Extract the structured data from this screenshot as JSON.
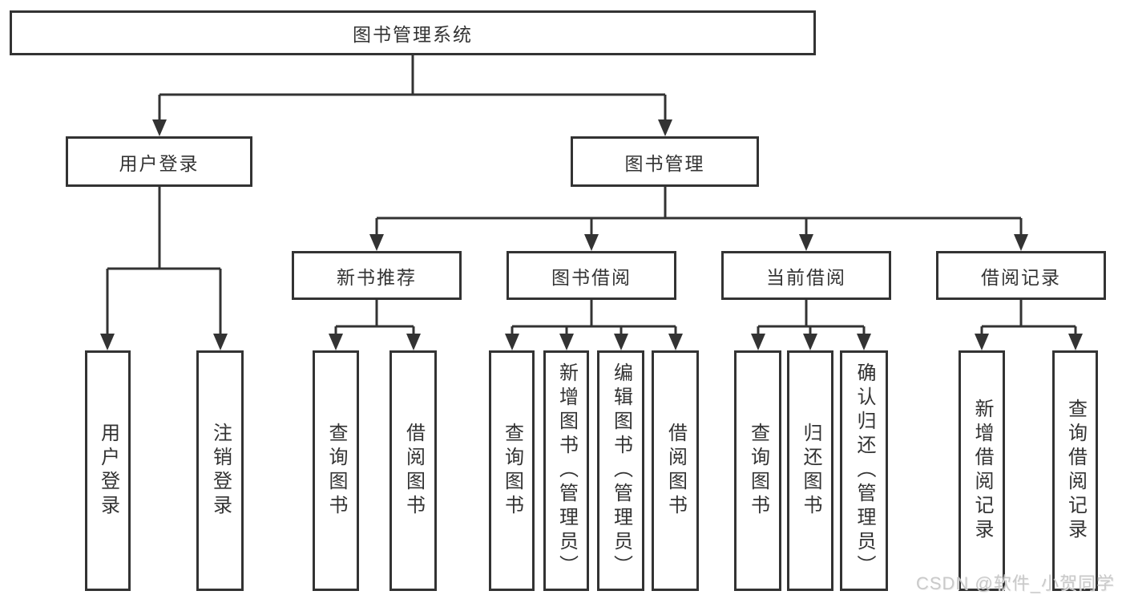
{
  "diagram": {
    "colors": {
      "line": "#333333",
      "text": "#333333",
      "node_background": "#ffffff",
      "canvas_background": "#ffffff",
      "watermark": "#c4c4c4"
    },
    "nodes": {
      "root": {
        "label": "图书管理系统"
      },
      "user_login": {
        "label": "用户登录"
      },
      "book_mgmt": {
        "label": "图书管理"
      },
      "new_book_rec": {
        "label": "新书推荐"
      },
      "book_borrow": {
        "label": "图书借阅"
      },
      "current_borrow": {
        "label": "当前借阅"
      },
      "borrow_records": {
        "label": "借阅记录"
      },
      "leaf_user_login": {
        "label": "用户登录"
      },
      "leaf_logout": {
        "label": "注销登录"
      },
      "leaf_query_book_1": {
        "label": "查询图书"
      },
      "leaf_borrow_book_1": {
        "label": "借阅图书"
      },
      "leaf_query_book_2": {
        "label": "查询图书"
      },
      "leaf_add_book": {
        "label": "新增图书（管理员）"
      },
      "leaf_edit_book": {
        "label": "编辑图书（管理员）"
      },
      "leaf_borrow_book_2": {
        "label": "借阅图书"
      },
      "leaf_query_book_3": {
        "label": "查询图书"
      },
      "leaf_return_book": {
        "label": "归还图书"
      },
      "leaf_confirm_return": {
        "label": "确认归还（管理员）"
      },
      "leaf_add_record": {
        "label": "新增借阅记录"
      },
      "leaf_query_record": {
        "label": "查询借阅记录"
      }
    },
    "structure": {
      "root": [
        "user_login",
        "book_mgmt"
      ],
      "user_login": [
        "leaf_user_login",
        "leaf_logout"
      ],
      "book_mgmt": [
        "new_book_rec",
        "book_borrow",
        "current_borrow",
        "borrow_records"
      ],
      "new_book_rec": [
        "leaf_query_book_1",
        "leaf_borrow_book_1"
      ],
      "book_borrow": [
        "leaf_query_book_2",
        "leaf_add_book",
        "leaf_edit_book",
        "leaf_borrow_book_2"
      ],
      "current_borrow": [
        "leaf_query_book_3",
        "leaf_return_book",
        "leaf_confirm_return"
      ],
      "borrow_records": [
        "leaf_add_record",
        "leaf_query_record"
      ]
    },
    "watermark": "CSDN @软件_小贺同学"
  }
}
